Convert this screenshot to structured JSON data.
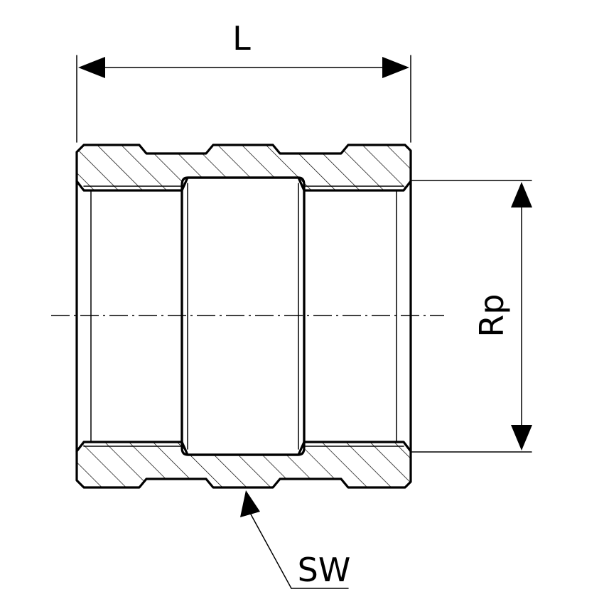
{
  "labels": {
    "length": "L",
    "thread": "Rp",
    "wrench": "SW"
  },
  "colors": {
    "line": "#000000",
    "background": "#ffffff"
  }
}
